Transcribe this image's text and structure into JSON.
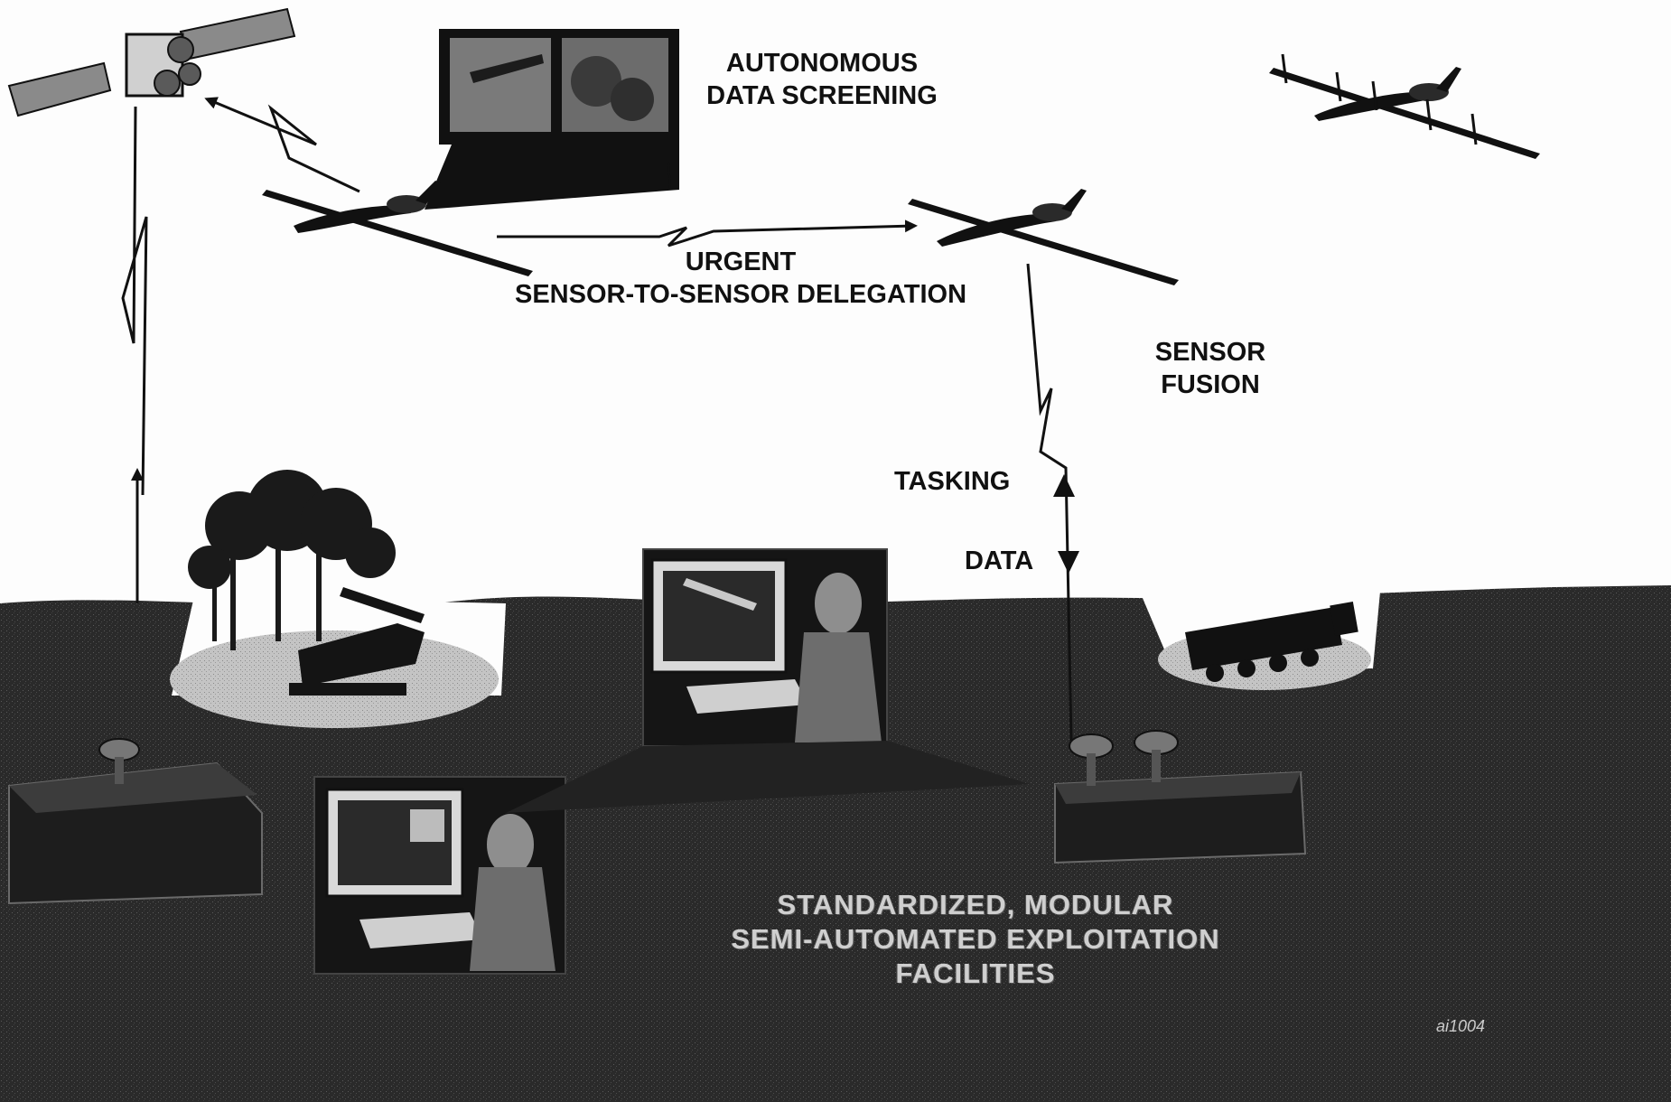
{
  "labels": {
    "autonomous_line1": "AUTONOMOUS",
    "autonomous_line2": "DATA SCREENING",
    "urgent_line1": "URGENT",
    "urgent_line2": "SENSOR-TO-SENSOR DELEGATION",
    "fusion_line1": "SENSOR",
    "fusion_line2": "FUSION",
    "tasking": "TASKING",
    "data": "DATA",
    "facilities_line1": "STANDARDIZED, MODULAR",
    "facilities_line2": "SEMI-AUTOMATED EXPLOITATION",
    "facilities_line3": "FACILITIES",
    "figure_mark": "ai1004"
  },
  "icons": [
    "satellite-icon",
    "uav-aircraft-icon",
    "missile-launcher-icon",
    "truck-icon",
    "workstation-operator-icon",
    "satellite-dish-icon",
    "trees-icon",
    "lightning-datalink-icon",
    "arrow-icon"
  ],
  "colors": {
    "ground": "#2b2b2b",
    "sky": "#fdfdfd",
    "ink": "#111111",
    "spotlight": "#bdbdbd"
  }
}
